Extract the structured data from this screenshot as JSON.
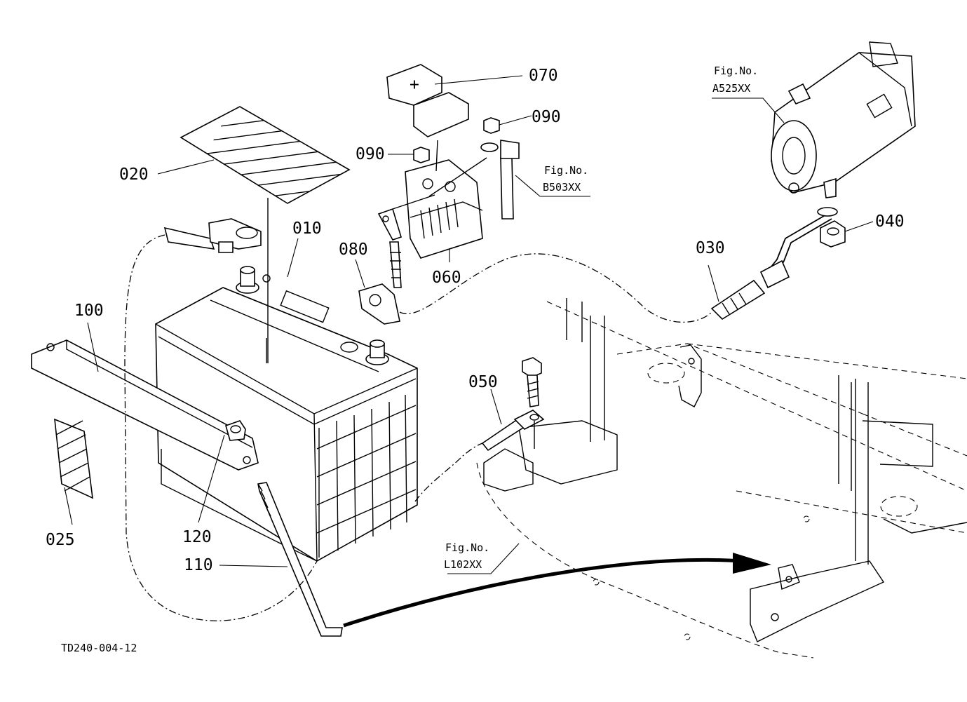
{
  "diagram": {
    "drawing_code": "TD240-004-12",
    "parts": {
      "p010": "010",
      "p020": "020",
      "p025": "025",
      "p030": "030",
      "p040": "040",
      "p050": "050",
      "p060": "060",
      "p070": "070",
      "p080": "080",
      "p090a": "090",
      "p090b": "090",
      "p100": "100",
      "p110": "110",
      "p120": "120"
    },
    "figure_refs": {
      "starter": {
        "line1": "Fig.No.",
        "line2": "A525XX"
      },
      "harness": {
        "line1": "Fig.No.",
        "line2": "B503XX"
      },
      "frame": {
        "line1": "Fig.No.",
        "line2": "L102XX"
      }
    },
    "symbols": {
      "terminal_plus": "+"
    }
  }
}
